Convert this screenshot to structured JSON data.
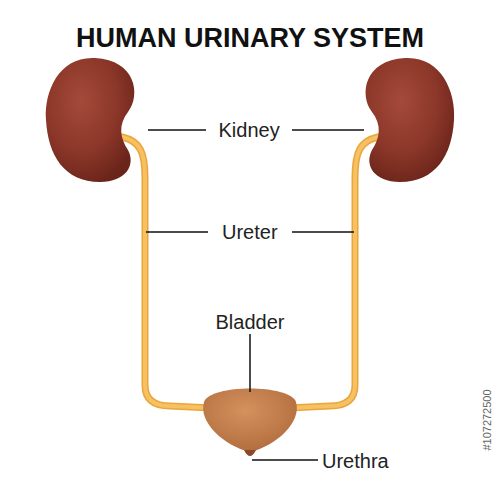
{
  "diagram": {
    "title": "HUMAN URINARY SYSTEM",
    "labels": [
      "Kidney",
      "Ureter",
      "Bladder",
      "Urethra",
      "#107272500"
    ]
  }
}
